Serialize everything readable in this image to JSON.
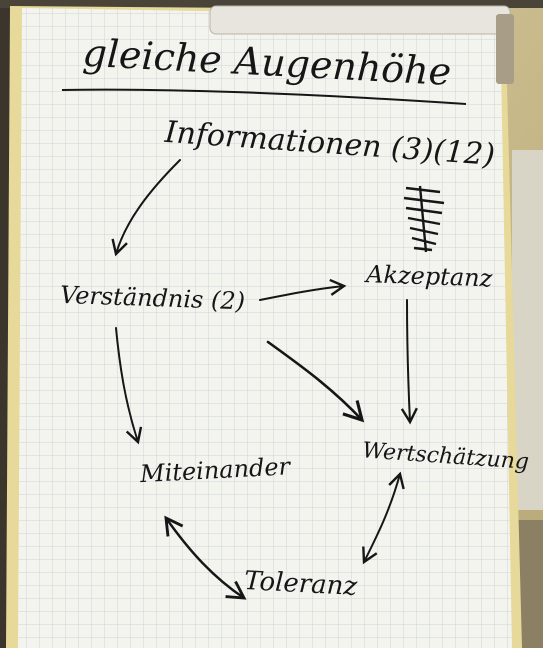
{
  "flipchart": {
    "title": "gleiche Augenhöhe",
    "nodes": {
      "informationen": "Informationen (3)(12)",
      "verstaendnis": "Verständnis (2)",
      "akzeptanz": "Akzeptanz",
      "miteinander": "Miteinander",
      "wertschaetzung": "Wertschätzung",
      "toleranz": "Toleranz"
    }
  },
  "colors": {
    "paper": "#f3f4ee",
    "grid": "#c9cfd6",
    "ink": "#161616",
    "background_wall": "#cdbf92",
    "board_frame": "#e6d99a"
  }
}
